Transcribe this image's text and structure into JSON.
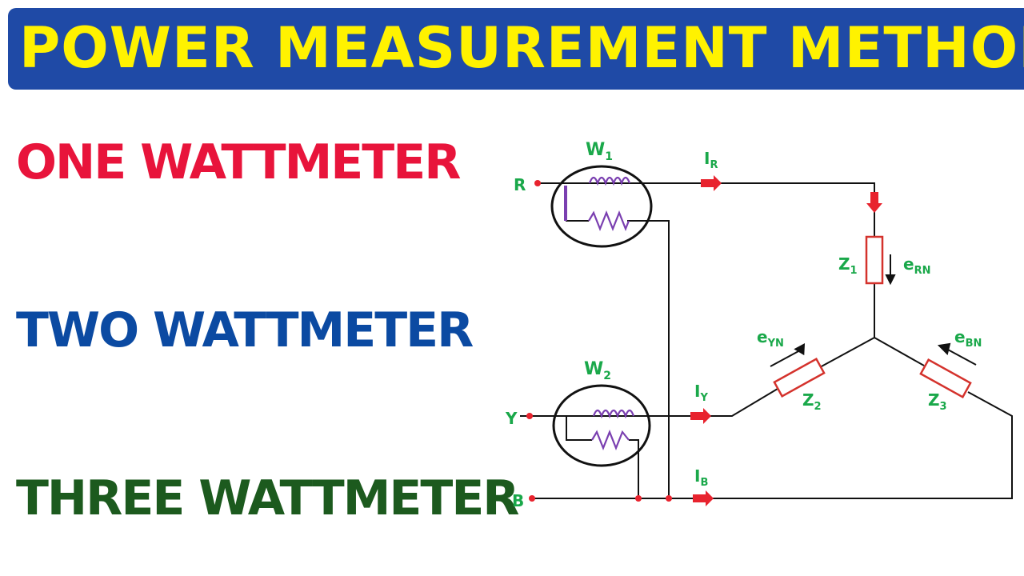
{
  "banner": {
    "title": "POWER MEASUREMENT METHODS"
  },
  "methods": [
    {
      "label": "ONE WATTMETER",
      "color": "#e8143b"
    },
    {
      "label": "TWO WATTMETER",
      "color": "#0b4aa2"
    },
    {
      "label": "THREE WATTMETER",
      "color": "#1c5a1e"
    }
  ],
  "circuit": {
    "phases": [
      "R",
      "Y",
      "B"
    ],
    "wattmeters": [
      {
        "name": "W",
        "sub": "1"
      },
      {
        "name": "W",
        "sub": "2"
      }
    ],
    "currents": [
      {
        "name": "I",
        "sub": "R"
      },
      {
        "name": "I",
        "sub": "Y"
      },
      {
        "name": "I",
        "sub": "B"
      }
    ],
    "impedances": [
      {
        "name": "Z",
        "sub": "1"
      },
      {
        "name": "Z",
        "sub": "2"
      },
      {
        "name": "Z",
        "sub": "3"
      }
    ],
    "emfs": [
      {
        "name": "e",
        "sub": "RN"
      },
      {
        "name": "e",
        "sub": "YN"
      },
      {
        "name": "e",
        "sub": "BN"
      }
    ],
    "colors": {
      "label": "#1aa84a",
      "arrow": "#e8232e",
      "coil": "#7a3fb0",
      "resistor": "#d4322c",
      "wire": "#111111"
    }
  }
}
